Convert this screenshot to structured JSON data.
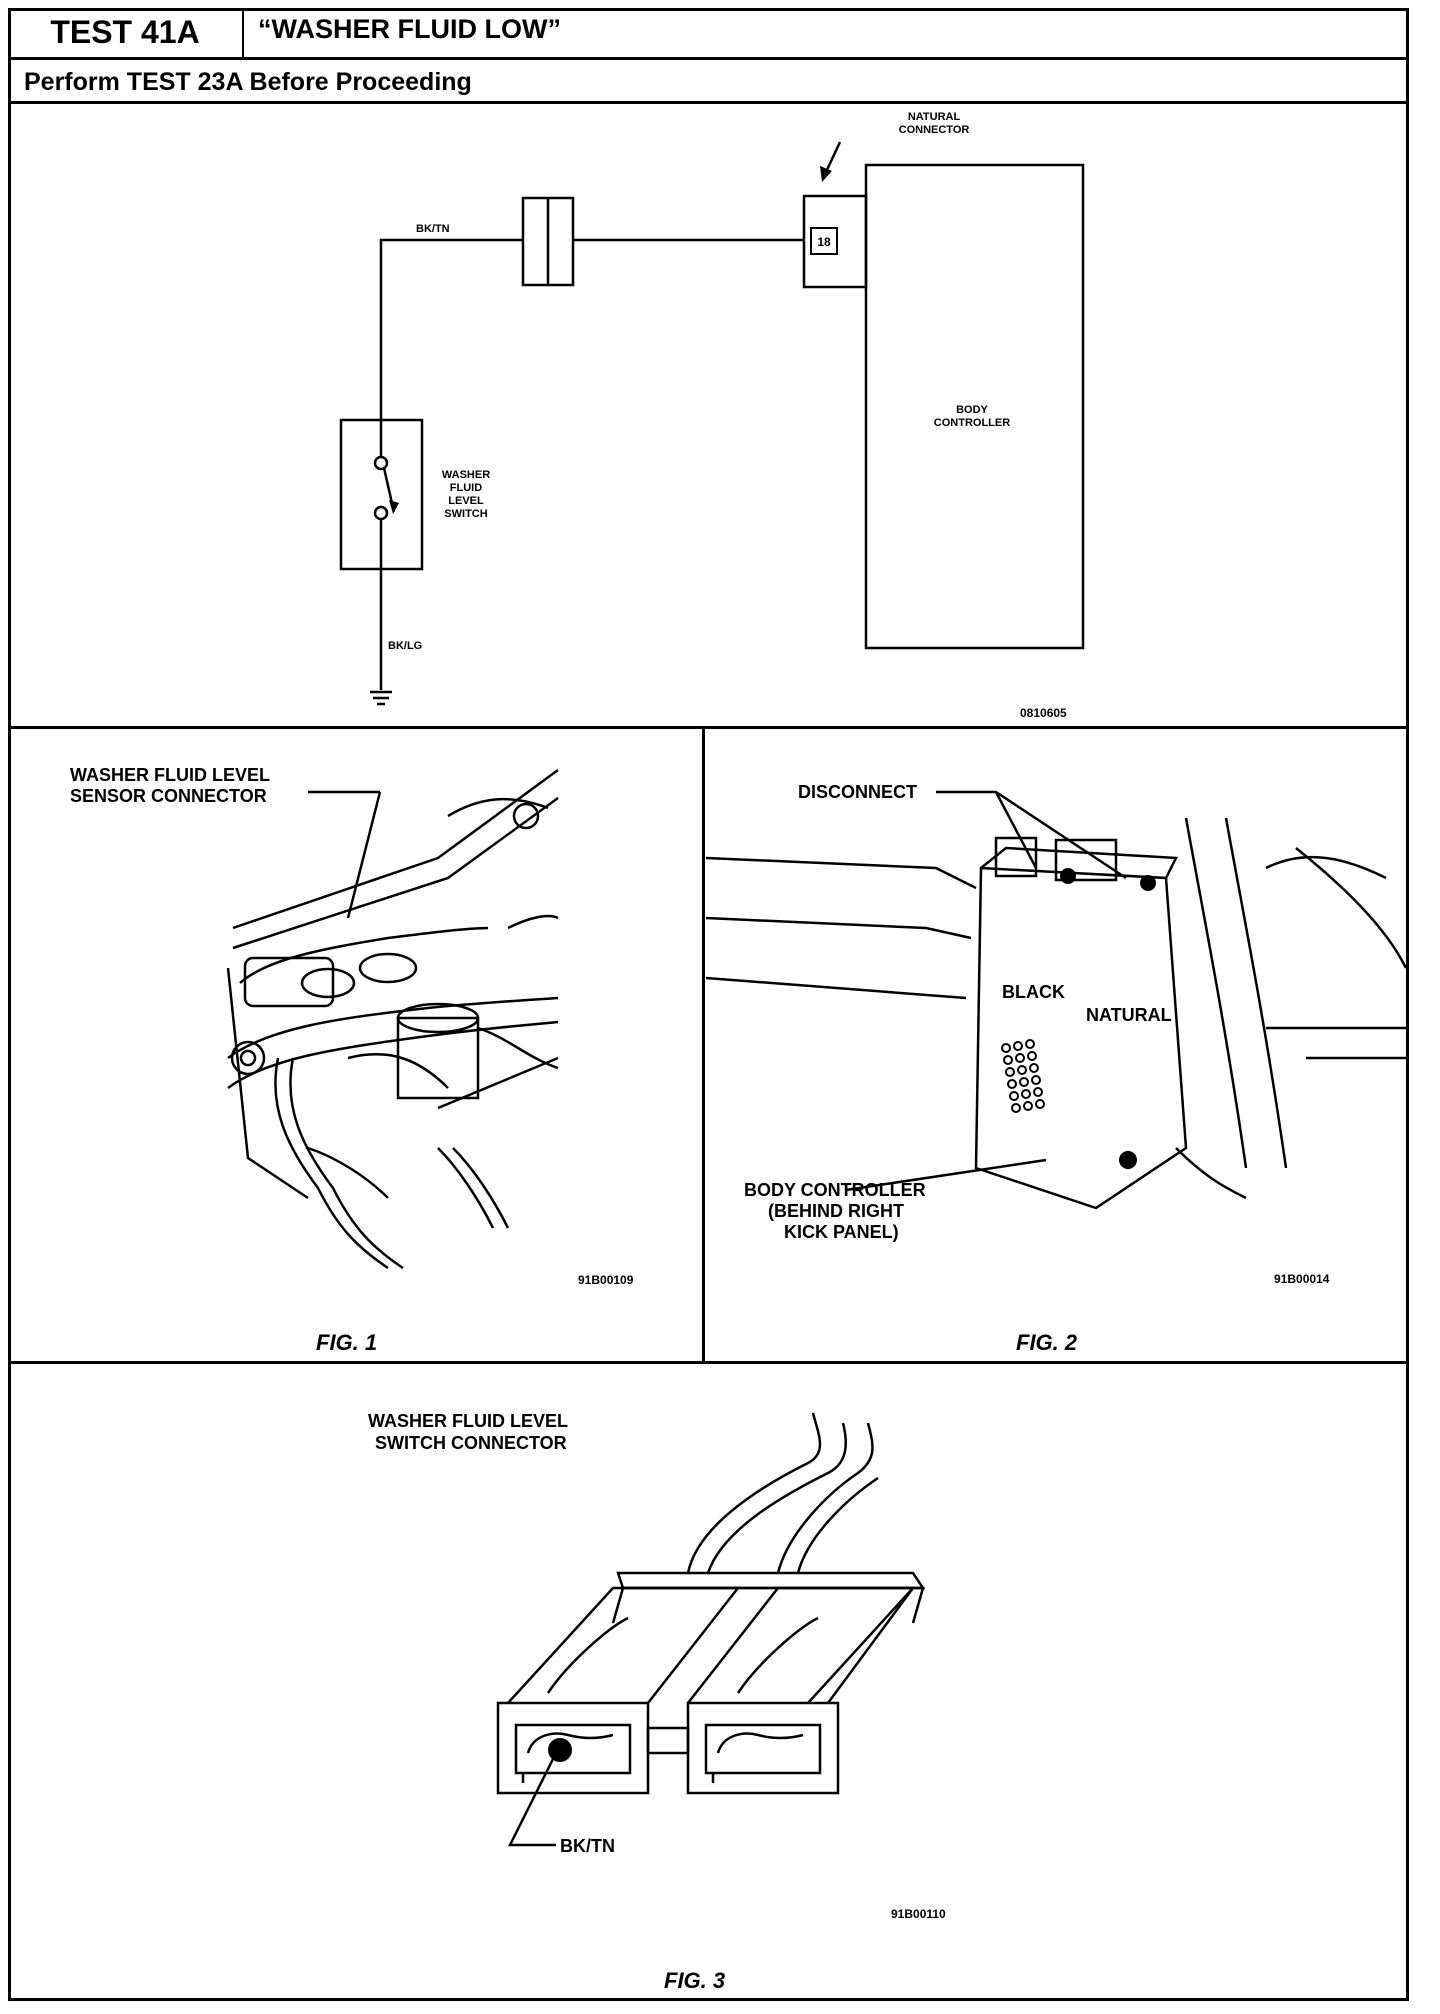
{
  "header": {
    "test_label": "TEST 41A",
    "title": "“WASHER FLUID LOW”",
    "prerequisite": "Perform TEST 23A Before Proceeding"
  },
  "schematic": {
    "natural_connector_line1": "NATURAL",
    "natural_connector_line2": "CONNECTOR",
    "wire_top": "BK/TN",
    "wire_bottom": "BK/LG",
    "pin": "18",
    "body_controller_line1": "BODY",
    "body_controller_line2": "CONTROLLER",
    "switch_line1": "WASHER",
    "switch_line2": "FLUID",
    "switch_line3": "LEVEL",
    "switch_line4": "SWITCH",
    "code": "0810605"
  },
  "fig1": {
    "caption": "FIG. 1",
    "label_line1": "WASHER FLUID LEVEL",
    "label_line2": "SENSOR CONNECTOR",
    "code": "91B00109"
  },
  "fig2": {
    "caption": "FIG. 2",
    "disconnect": "DISCONNECT",
    "black": "BLACK",
    "natural": "NATURAL",
    "bc_line1": "BODY CONTROLLER",
    "bc_line2": "(BEHIND RIGHT",
    "bc_line3": "KICK PANEL)",
    "code": "91B00014"
  },
  "fig3": {
    "caption": "FIG. 3",
    "label_line1": "WASHER FLUID LEVEL",
    "label_line2": "SWITCH CONNECTOR",
    "wire": "BK/TN",
    "code": "91B00110"
  }
}
